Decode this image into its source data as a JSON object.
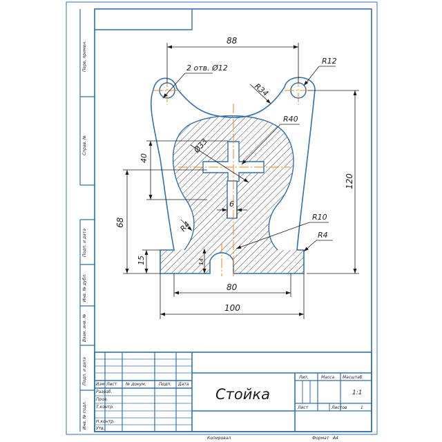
{
  "drawing": {
    "part_name": "Стойка",
    "hole_note": "2 отв. Ø12",
    "dimensions": {
      "width_top": "88",
      "radius_top_hole": "R12",
      "radius_arc": "R34",
      "radius_center": "R40",
      "diameter_center": "Ø33",
      "height_40": "40",
      "height_68": "68",
      "height_120": "120",
      "slot_width": "6",
      "radius_r10": "R10",
      "radius_r4_right": "R4",
      "radius_r4_left": "R4",
      "height_15": "15",
      "height_14": "14",
      "width_80": "80",
      "width_100": "100"
    }
  },
  "side_stamps": {
    "perv_primen": "Перв. примен.",
    "sprav_no": "Справ. №",
    "podp_data_1": "Подп. и дата",
    "inv_dubl": "Инв. № дубл.",
    "vzam_inv": "Взам. инв. №",
    "podp_data_2": "Подп. и дата",
    "inv_podl": "Инв. № подл."
  },
  "title_block": {
    "headers": {
      "izm": "Изм",
      "list": "Лист",
      "n_dokum": "№ докум.",
      "podp": "Подп.",
      "data": "Дата"
    },
    "roles": {
      "razrab": "Разраб.",
      "prov": "Пров.",
      "t_kontr": "Т.контр.",
      "n_kontr": "Н.контр.",
      "utv": "Утв."
    },
    "lit_label": "Лит.",
    "massa_label": "Масса",
    "masshtab_label": "Масштаб",
    "masshtab_value": "1:1",
    "list_label": "Лист",
    "listov_label": "Листов",
    "listov_value": "1"
  },
  "footer": {
    "copied": "Копировал",
    "format": "Формат",
    "format_value": "А4"
  },
  "colors": {
    "frame": "#2f6fb0",
    "outline": "#2f6fb0",
    "centerline": "#e8821e",
    "dimension": "#1a1a1a",
    "hatch": "#2a2a2a"
  }
}
